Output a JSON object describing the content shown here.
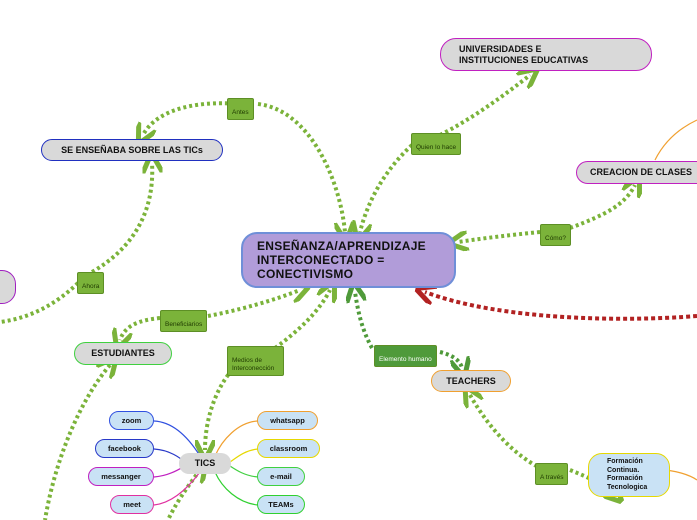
{
  "central": {
    "text": "ENSEÑANZA/APRENDIZAJE\nINTERCONECTADO  =\nCONECTIVISMO"
  },
  "nodes": {
    "universidades": "UNIVERSIDADES E\nINSTITUCIONES EDUCATIVAS",
    "se_ensenaba": "SE ENSEÑABA SOBRE LAS TICs",
    "creacion": "CREACION DE CLASES",
    "estudiantes": "ESTUDIANTES",
    "teachers": "TEACHERS",
    "tics": "TICS",
    "formacion": "Formación\nContinua.\nFormación\nTecnologica"
  },
  "labels": {
    "antes": "Antes",
    "quien": "Quien lo hace",
    "como": "Cómo?",
    "ahora": "Ahora",
    "beneficiarios": "Beneficiarios",
    "medios": "Medios de\nInterconección",
    "elemento": "Elemento humano",
    "a_traves": "A través"
  },
  "tics_left": [
    "zoom",
    "facebook",
    "messanger",
    "meet"
  ],
  "tics_right": [
    "whatsapp",
    "classroom",
    "e-mail",
    "TEAMs"
  ],
  "colors": {
    "central_fill": "#b19cd9",
    "green_connector": "#7bb33a",
    "red_connector": "#b22222",
    "orange_line": "#f0a030"
  }
}
